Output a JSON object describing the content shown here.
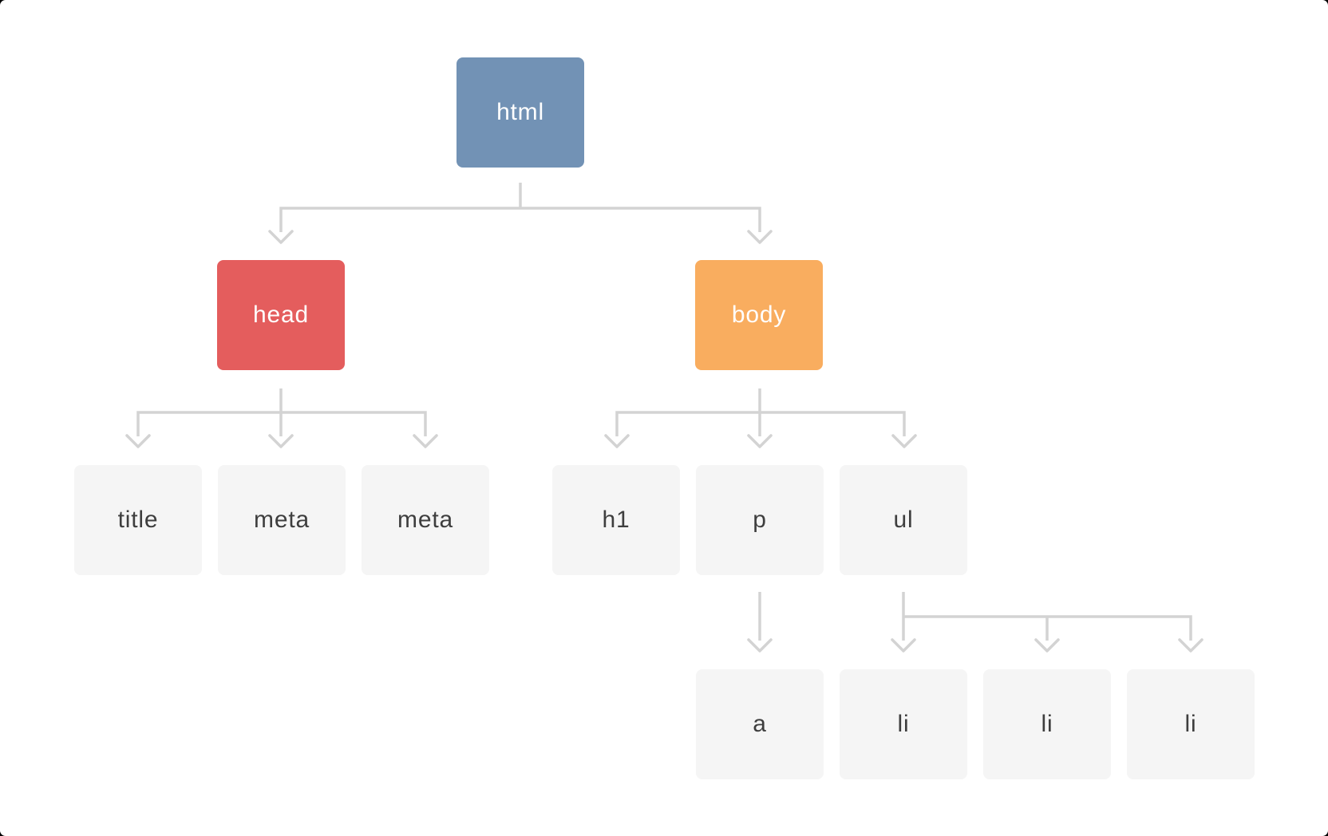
{
  "diagram": {
    "type": "dom-tree",
    "colors": {
      "page_bg": "#ffffff",
      "html_node": "#7292b5",
      "head_node": "#e45d5d",
      "body_node": "#f9ad5f",
      "node_text_on_color": "#ffffff",
      "leaf_node_bg": "#f5f5f5",
      "leaf_node_text": "#3e3e3e",
      "connector": "#d3d3d3"
    },
    "nodes": {
      "html": {
        "label": "html"
      },
      "head": {
        "label": "head"
      },
      "body": {
        "label": "body"
      },
      "title": {
        "label": "title"
      },
      "meta1": {
        "label": "meta"
      },
      "meta2": {
        "label": "meta"
      },
      "h1": {
        "label": "h1"
      },
      "p": {
        "label": "p"
      },
      "ul": {
        "label": "ul"
      },
      "a": {
        "label": "a"
      },
      "li1": {
        "label": "li"
      },
      "li2": {
        "label": "li"
      },
      "li3": {
        "label": "li"
      }
    },
    "tree": {
      "html": {
        "head": [
          "title",
          "meta",
          "meta"
        ],
        "body": {
          "h1": [],
          "p": [
            "a"
          ],
          "ul": [
            "li",
            "li",
            "li"
          ]
        }
      }
    }
  }
}
